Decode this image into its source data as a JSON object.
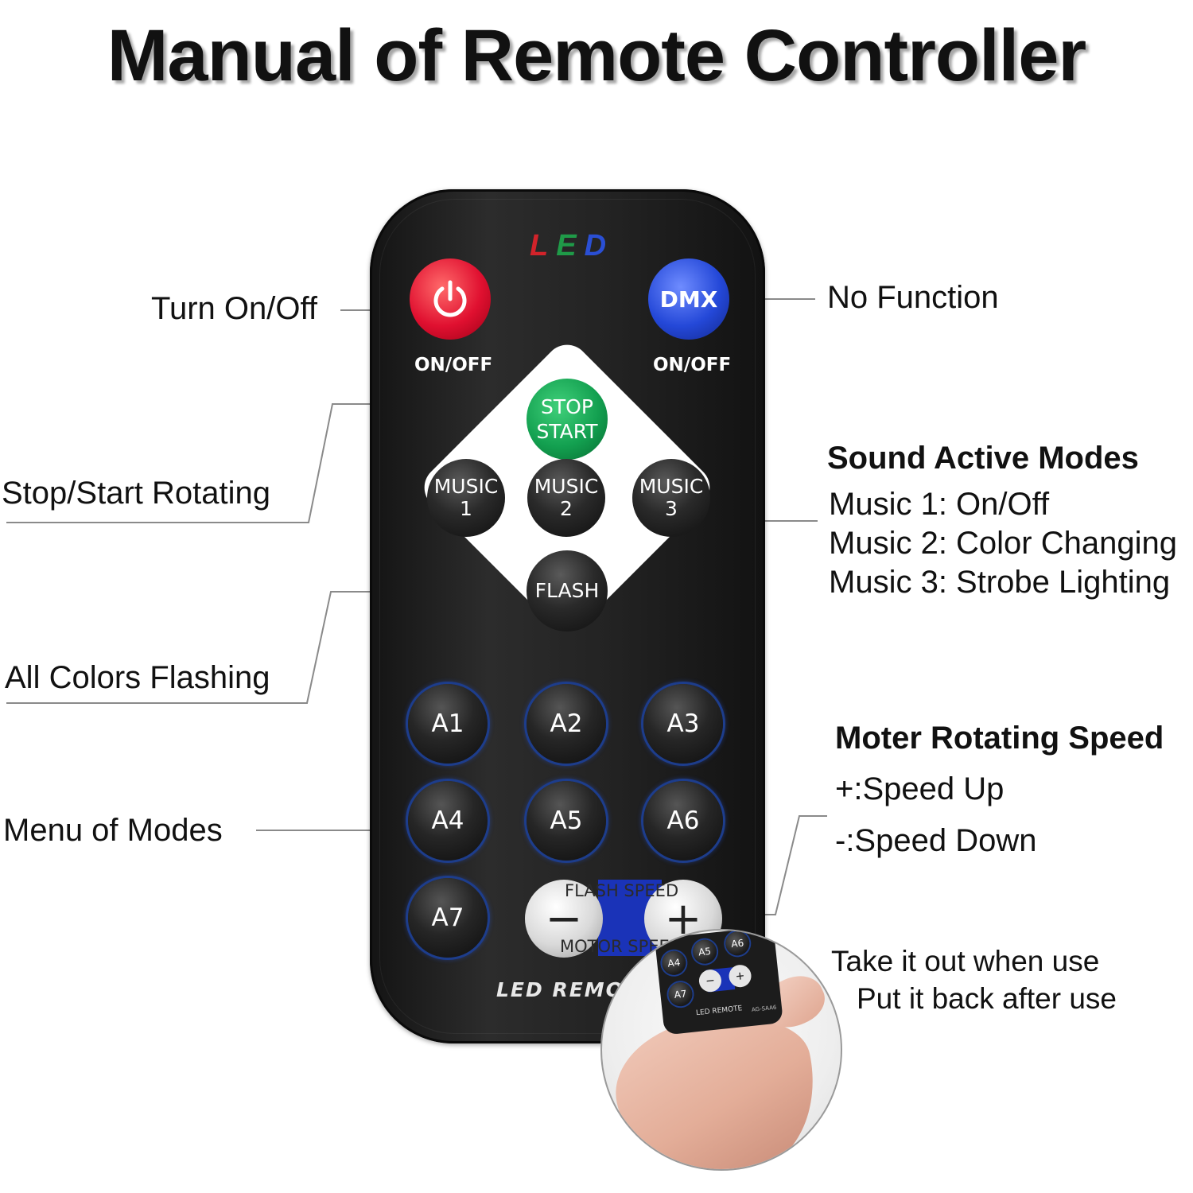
{
  "title": "Manual of Remote Controller",
  "remote": {
    "brand_letters": [
      {
        "char": "L",
        "color": "#d2232a"
      },
      {
        "char": "E",
        "color": "#1f9a48"
      },
      {
        "char": "D",
        "color": "#2a4fd4"
      }
    ],
    "power_icon": "power-icon",
    "power_label": "ON/OFF",
    "dmx_text": "DMX",
    "dmx_label": "ON/OFF",
    "stop_start_line1": "STOP",
    "stop_start_line2": "START",
    "music_buttons": [
      {
        "line1": "MUSIC",
        "line2": "1"
      },
      {
        "line1": "MUSIC",
        "line2": "2"
      },
      {
        "line1": "MUSIC",
        "line2": "3"
      }
    ],
    "flash": "FLASH",
    "mode_buttons": [
      "A1",
      "A2",
      "A3",
      "A4",
      "A5",
      "A6",
      "A7"
    ],
    "flash_speed": "FLASH SPEED",
    "motor_speed": "MOTOR SPEED",
    "minus": "−",
    "plus": "+",
    "bottom_label": "LED REMOTE",
    "accent_blue": "#1a33b8"
  },
  "annotations": {
    "turn_on_off": "Turn On/Off",
    "no_function": "No Function",
    "stop_start_rotating": "Stop/Start Rotating",
    "sound_active_title": "Sound Active Modes",
    "sound_active_items": [
      "Music 1: On/Off",
      "Music 2: Color Changing",
      "Music 3: Strobe Lighting"
    ],
    "all_colors_flashing": "All Colors Flashing",
    "menu_of_modes": "Menu of Modes",
    "motor_speed_title": "Moter Rotating Speed",
    "motor_speed_items": [
      "+:Speed Up",
      "-:Speed Down"
    ],
    "take_out_line1": "Take it out when use",
    "take_out_line2": "Put it back after use"
  },
  "inset": {
    "mini_buttons": [
      "A4",
      "A5",
      "A6",
      "A7"
    ],
    "mini_minus": "−",
    "mini_plus": "+",
    "mini_label": "LED REMOTE",
    "mini_model": "AG-SAA6"
  }
}
